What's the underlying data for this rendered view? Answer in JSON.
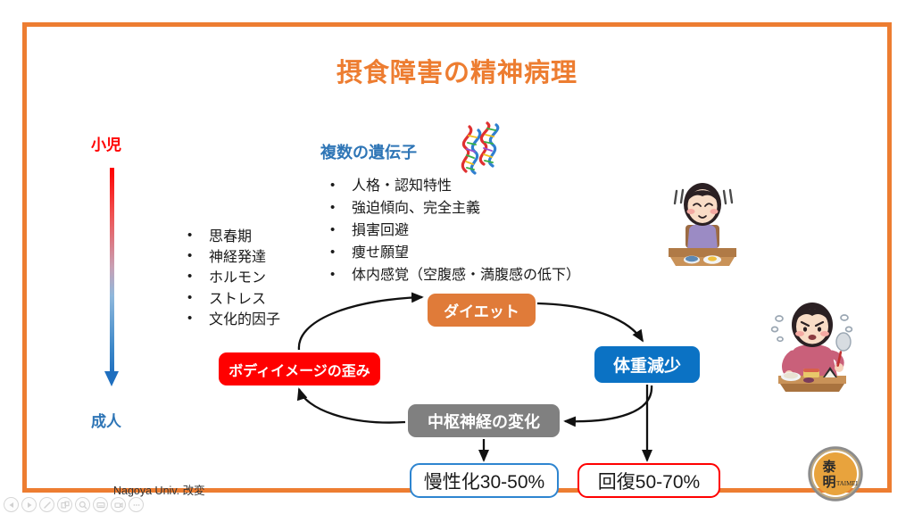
{
  "slide": {
    "title": "摂食障害の精神病理",
    "border_color": "#ED7D31",
    "background": "#ffffff"
  },
  "age_axis": {
    "top_label": "小児",
    "bottom_label": "成人",
    "top_color": "#FF0000",
    "bottom_color": "#2E75B6",
    "arrow_name": "age-gradient-arrow"
  },
  "left_factors": {
    "items": [
      "思春期",
      "神経発達",
      "ホルモン",
      "ストレス",
      "文化的因子"
    ]
  },
  "genes": {
    "heading": "複数の遺伝子",
    "heading_color": "#2E75B6",
    "icon": "dna-helix-icon",
    "traits": [
      "人格・認知特性",
      "強迫傾向、完全主義",
      "損害回避",
      "痩せ願望",
      "体内感覚（空腹感・満腹感の低下）"
    ]
  },
  "cycle": {
    "diet": {
      "label": "ダイエット",
      "color": "#E07B39"
    },
    "weight_loss": {
      "label": "体重減少",
      "color": "#0B72C4"
    },
    "cns_change": {
      "label": "中枢神経の変化",
      "color": "#808080"
    },
    "body_image": {
      "label": "ボディイメージの歪み",
      "color": "#FF0000"
    }
  },
  "outcomes": {
    "chronic": {
      "label": "慢性化30-50%",
      "border_color": "#2E85D0"
    },
    "recovery": {
      "label": "回復50-70%",
      "border_color": "#FF0000"
    }
  },
  "illustrations": {
    "refusing_food": "girl-refusing-food-illustration",
    "binge_eating": "girl-binge-eating-illustration"
  },
  "credit": {
    "text": "Nagoya Univ. 改変"
  },
  "logo": {
    "kanji_top": "泰",
    "kanji_bottom": "明",
    "romaji": "TAIMEI",
    "color": "#E8A33D"
  },
  "toolbar": {
    "buttons": [
      {
        "name": "previous-slide-button",
        "icon": "triangle-left-icon"
      },
      {
        "name": "play-button",
        "icon": "triangle-right-icon"
      },
      {
        "name": "pen-annotate-button",
        "icon": "pen-icon"
      },
      {
        "name": "slide-grid-button",
        "icon": "grid-icon"
      },
      {
        "name": "zoom-button",
        "icon": "magnifier-icon"
      },
      {
        "name": "notes-button",
        "icon": "note-icon"
      },
      {
        "name": "video-button",
        "icon": "video-camera-icon"
      },
      {
        "name": "more-options-button",
        "icon": "ellipsis-icon"
      }
    ]
  }
}
